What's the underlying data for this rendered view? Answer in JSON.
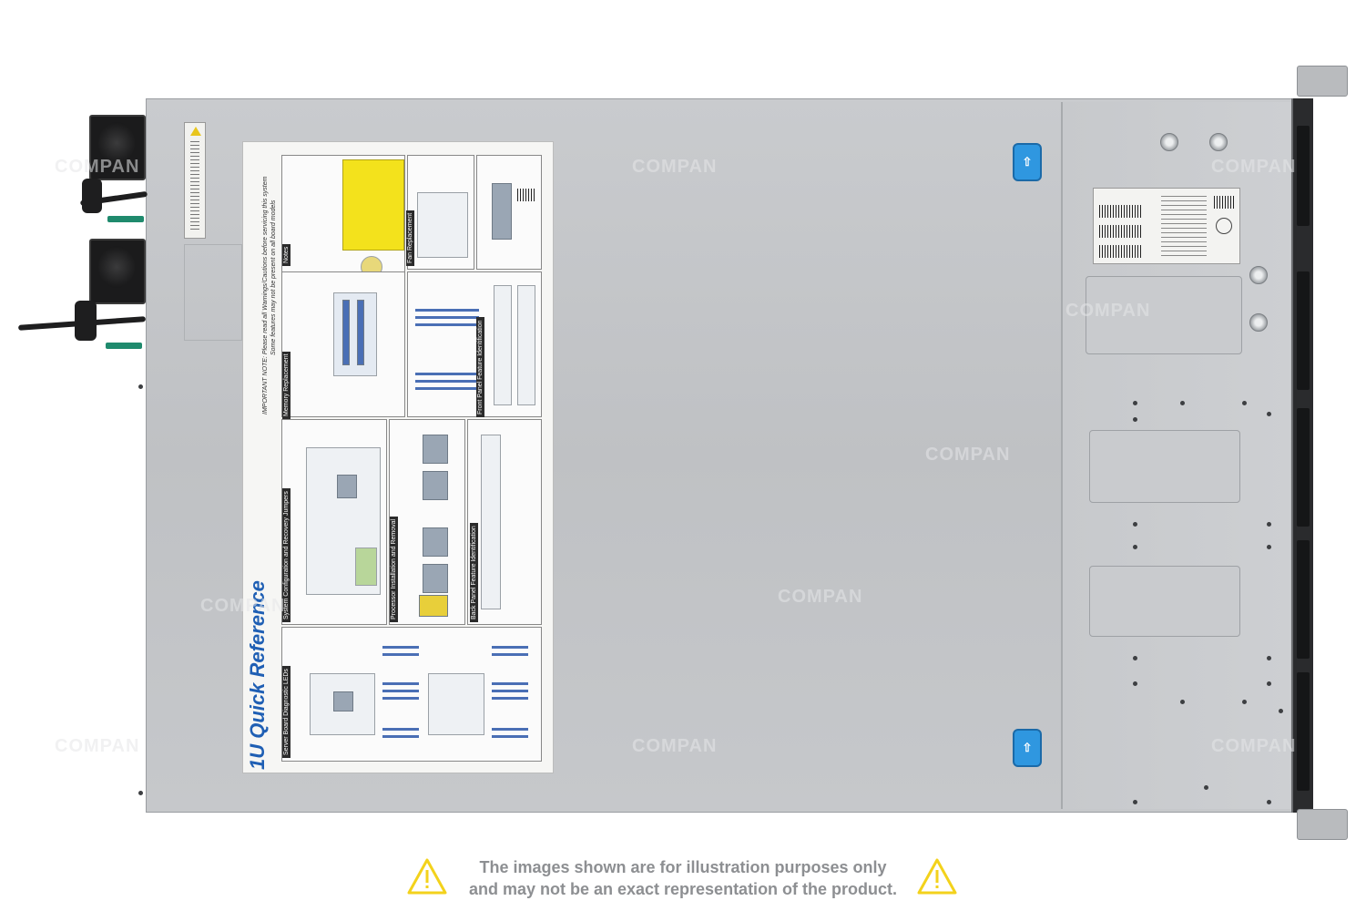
{
  "quick_reference": {
    "title": "1U Quick Reference",
    "important_note_line1": "IMPORTANT NOTE: Please read all Warnings/Cautions before servicing this system",
    "important_note_line2": "Some features may not be present on all board models",
    "sections": {
      "notes": "Notes",
      "fan_replacement": "Fan Replacement",
      "memory_replacement": "Memory Replacement",
      "front_panel": "Front Panel Feature Identification",
      "system_config": "System Configuration and Recovery Jumpers",
      "processor": "Processor Installation and Removal",
      "back_panel": "Back Panel Feature Identification",
      "diagnostic_leds": "Server Board Diagnostic LEDs"
    }
  },
  "watermark": "COMPAN",
  "disclaimer": {
    "line1": "The images shown are for illustration purposes only",
    "line2": "and may not be an exact representation of the product."
  },
  "colors": {
    "label_title_blue": "#1f5fb4",
    "latch_blue": "#2f97e0",
    "warning_yellow": "#f3d21c",
    "disclaimer_gray": "#8d8f92"
  },
  "icons": {
    "latch": "up-arrow-icon",
    "disclaimer": "warning-triangle-icon"
  }
}
